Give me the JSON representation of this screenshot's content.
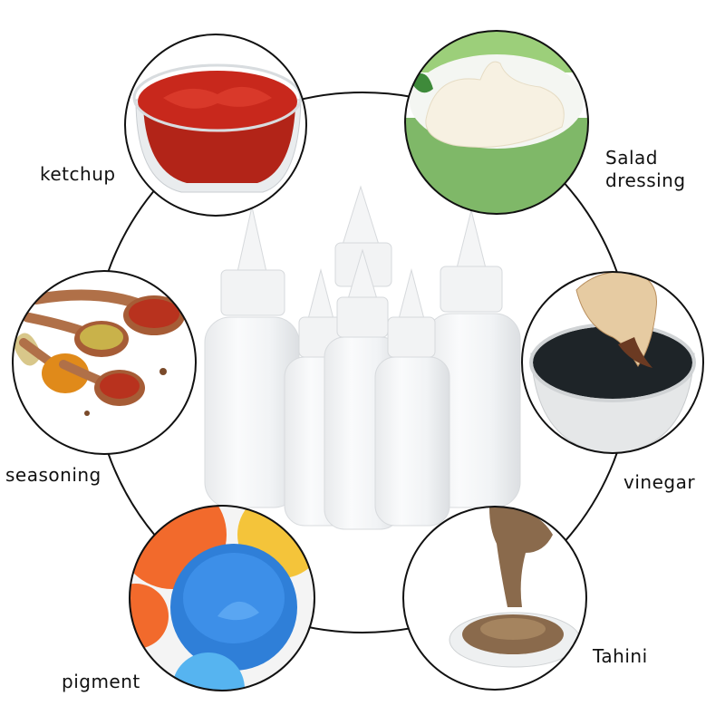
{
  "labels": {
    "ketchup": "ketchup",
    "salad_line1": "Salad",
    "salad_line2": "dressing",
    "seasoning": "seasoning",
    "vinegar": "vinegar",
    "pigment": "pigment",
    "tahini": "Tahini"
  },
  "colors": {
    "ketchup": "#c8281c",
    "mayo": "#f7f1e2",
    "bowl_green": "#8cc47a",
    "turmeric": "#f0a020",
    "chili": "#b8321e",
    "vinegar": "#1e2428",
    "tahini": "#8a6a4c",
    "paint_blue": "#3d8fe8",
    "paint_orange": "#f26a2c",
    "paint_yellow": "#f4c43a"
  }
}
